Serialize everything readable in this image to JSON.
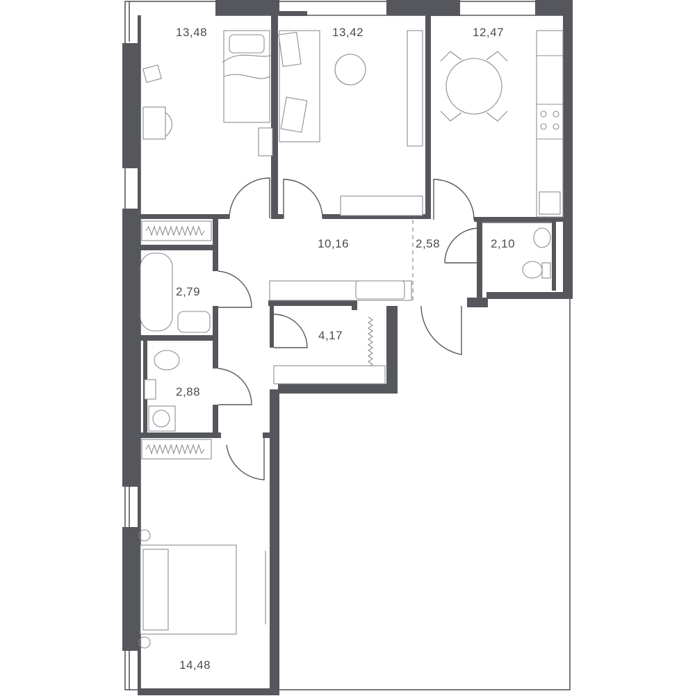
{
  "rooms": [
    {
      "id": "bedroom-1",
      "area": "13,48"
    },
    {
      "id": "living-room",
      "area": "13,42"
    },
    {
      "id": "kitchen",
      "area": "12,47"
    },
    {
      "id": "hallway",
      "area": "10,16"
    },
    {
      "id": "vestibule",
      "area": "2,58"
    },
    {
      "id": "wc",
      "area": "2,10"
    },
    {
      "id": "bathroom",
      "area": "2,79"
    },
    {
      "id": "walk-in-closet",
      "area": "4,17"
    },
    {
      "id": "shower-room",
      "area": "2,88"
    },
    {
      "id": "bedroom-2",
      "area": "14,48"
    }
  ],
  "colors": {
    "wall": "#55575c",
    "furniture": "#8a8c90",
    "text": "#4a4c51",
    "background": "#ffffff"
  }
}
